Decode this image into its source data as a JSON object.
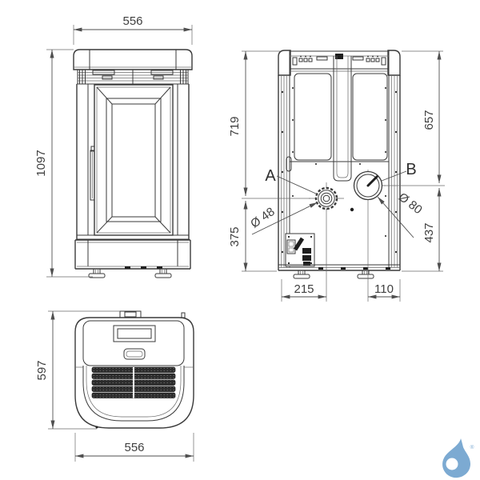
{
  "front_view": {
    "width": "556",
    "height": "1097"
  },
  "rear_view": {
    "upper_height": "719",
    "lower_height": "375",
    "right_upper_height": "657",
    "right_lower_height": "437",
    "bottom_offset_a": "215",
    "bottom_offset_b": "110",
    "label_a": "A",
    "label_b": "B",
    "diameter_a": "Ø 48",
    "diameter_b": "Ø 80"
  },
  "top_view": {
    "depth": "597",
    "width": "556"
  },
  "logo": {
    "icon": "water-drop-logo",
    "registered_mark": "®",
    "color": "#7caad2"
  },
  "colors": {
    "line": "#3a3a3a",
    "dim_line": "#4f4f4f",
    "text": "#3f3f3f",
    "dark_fill": "#1e1e1e",
    "background": "#ffffff"
  }
}
